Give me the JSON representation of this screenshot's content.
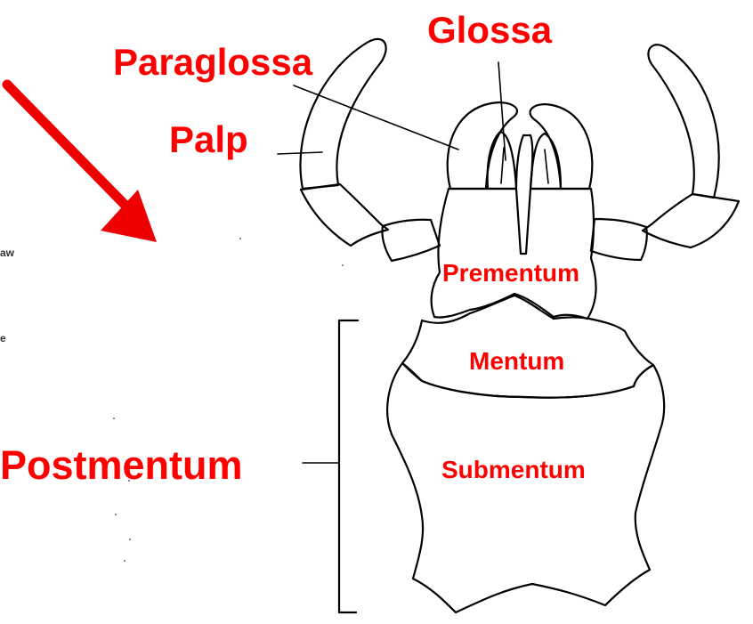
{
  "colors": {
    "label": "#ff0000",
    "arrow": "#ee0000",
    "outline": "#000000",
    "background": "#ffffff"
  },
  "labels": {
    "glossa": "Glossa",
    "paraglossa": "Paraglossa",
    "palp": "Palp",
    "prementum": "Prementum",
    "mentum": "Mentum",
    "postmentum": "Postmentum",
    "submentum": "Submentum"
  },
  "scan_fragments": {
    "top": "aw",
    "bottom": "e"
  },
  "icons": {
    "pointer": "red-arrow-icon"
  }
}
